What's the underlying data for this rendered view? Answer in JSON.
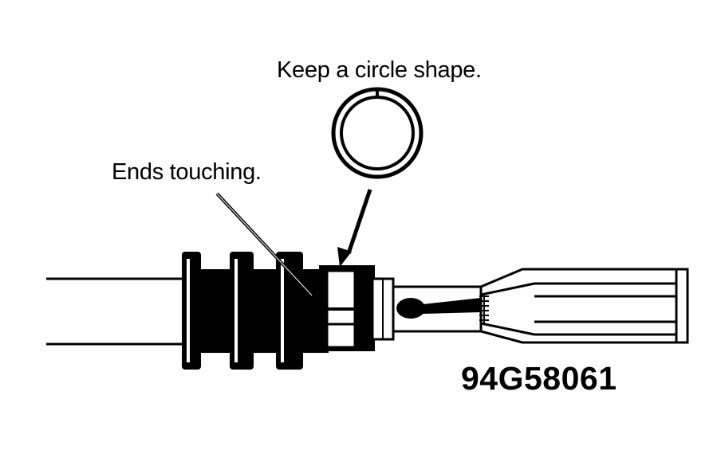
{
  "labels": {
    "keep_circle": "Keep a circle shape.",
    "ends_touching": "Ends touching.",
    "figure_id": "94G58061"
  },
  "colors": {
    "ink": "#000000",
    "paper": "#ffffff"
  },
  "icons": {
    "ring": "retaining-ring-icon",
    "boot": "rubber-boot-icon",
    "arrow": "arrow-icon"
  }
}
